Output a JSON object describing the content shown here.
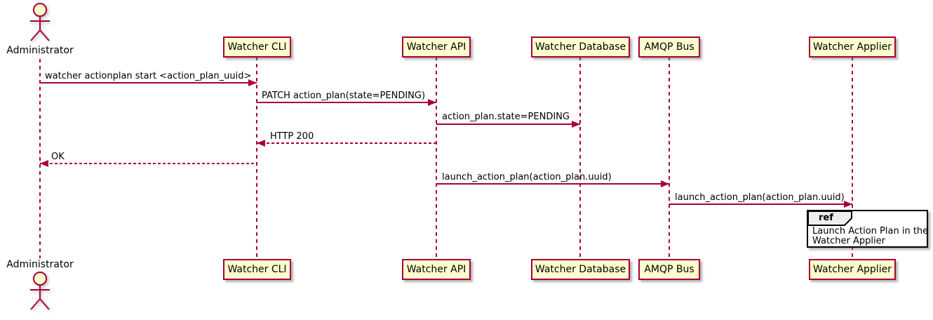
{
  "diagram": {
    "kind": "uml-sequence-diagram",
    "colors": {
      "participant_fill": "#FEFECE",
      "stroke": "#A80036",
      "message_text": "#000000",
      "ref_border": "#000000",
      "ref_header_fill": "#EEEEEE",
      "background": "#FFFFFF"
    }
  },
  "participants": [
    {
      "name": "Administrator",
      "kind": "actor"
    },
    {
      "name": "Watcher CLI",
      "kind": "participant"
    },
    {
      "name": "Watcher API",
      "kind": "participant"
    },
    {
      "name": "Watcher Database",
      "kind": "participant"
    },
    {
      "name": "AMQP Bus",
      "kind": "participant"
    },
    {
      "name": "Watcher Applier",
      "kind": "participant"
    }
  ],
  "messages": [
    {
      "from": "Administrator",
      "to": "Watcher CLI",
      "text": "watcher actionplan start <action_plan_uuid>",
      "style": "solid",
      "direction": "right"
    },
    {
      "from": "Watcher CLI",
      "to": "Watcher API",
      "text": "PATCH action_plan(state=PENDING)",
      "style": "solid",
      "direction": "right"
    },
    {
      "from": "Watcher API",
      "to": "Watcher Database",
      "text": "action_plan.state=PENDING",
      "style": "solid",
      "direction": "right"
    },
    {
      "from": "Watcher API",
      "to": "Watcher CLI",
      "text": "HTTP 200",
      "style": "dashed",
      "direction": "left"
    },
    {
      "from": "Watcher CLI",
      "to": "Administrator",
      "text": "OK",
      "style": "dashed",
      "direction": "left"
    },
    {
      "from": "Watcher API",
      "to": "AMQP Bus",
      "text": "launch_action_plan(action_plan.uuid)",
      "style": "solid",
      "direction": "right"
    },
    {
      "from": "AMQP Bus",
      "to": "Watcher Applier",
      "text": "launch_action_plan(action_plan.uuid)",
      "style": "solid",
      "direction": "right"
    }
  ],
  "ref": {
    "keyword": "ref",
    "lines": [
      "Launch Action Plan in the",
      "Watcher Applier"
    ]
  }
}
